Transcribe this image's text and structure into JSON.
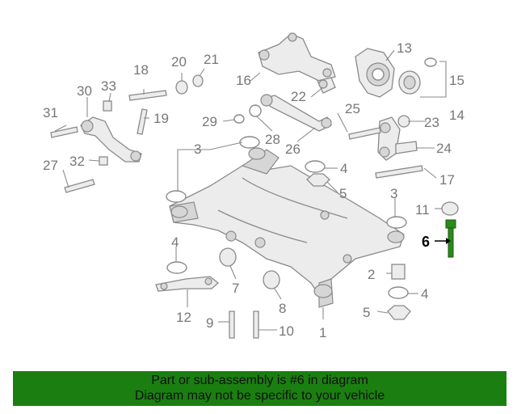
{
  "diagram": {
    "callouts": [
      "1",
      "2",
      "3",
      "3",
      "4",
      "4",
      "4",
      "5",
      "5",
      "6",
      "7",
      "8",
      "9",
      "10",
      "11",
      "12",
      "13",
      "14",
      "15",
      "16",
      "17",
      "18",
      "19",
      "20",
      "21",
      "22",
      "23",
      "24",
      "25",
      "26",
      "27",
      "28",
      "29",
      "30",
      "31",
      "32",
      "33"
    ],
    "highlighted_callout": "6",
    "highlight_color": "#1a7f10"
  },
  "banner": {
    "line1": "Part or sub-assembly is #6 in diagram",
    "line2": "Diagram may not be specific to your vehicle",
    "background": "#1a7f10"
  }
}
